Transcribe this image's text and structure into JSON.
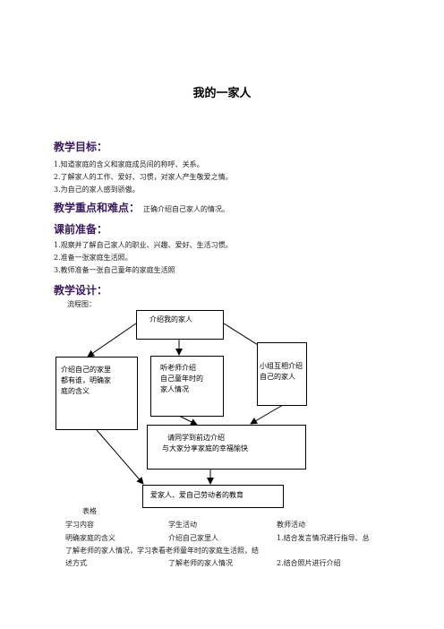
{
  "title": "我的一家人",
  "goals": {
    "heading": "教学目标：",
    "items": [
      "1.知道家庭的含义和家庭成员间的称呼、关系。",
      "2.了解家人的工作、爱好、习惯，对家人产生敬爱之情。",
      "3.为自己的家人感到骄傲。"
    ]
  },
  "keypoints": {
    "heading": "教学重点和难点：",
    "text": "正确介绍自己家人的情况。"
  },
  "prep": {
    "heading": "课前准备：",
    "items": [
      "1.观察并了解自己家人的职业、兴趣、爱好、生活习惯。",
      "2.准备一张家庭生活照。",
      "3.教师准备一张自己童年的家庭生活照"
    ]
  },
  "design": {
    "heading": "教学设计：",
    "flow_label": "流程图："
  },
  "flowchart": {
    "top": "介绍我的家人",
    "left": [
      "介绍自己的家里",
      "都有谁，明确家",
      "庭的含义"
    ],
    "middle": [
      "听老师介绍",
      "自己童年时的",
      "家人情况"
    ],
    "right": [
      "小组互相介绍",
      "自己的家人"
    ],
    "bottom_mid": [
      "请同学到前边介绍",
      "与大家分享家庭的幸福愉快"
    ],
    "bottom": "爱家人、爱自己劳动者的教育"
  },
  "table": {
    "label": "表格",
    "headers": [
      "学习内容",
      "学生活动",
      "教师活动"
    ],
    "row1": [
      "明确家庭的含义",
      "介绍自己家里人",
      "1.结合发言情况进行指导、总"
    ],
    "row2": "了解老师的家人情况，学习表看老师童年时的家庭生活照，结",
    "row3": [
      "述方式",
      "了解老师的家人情况",
      "2.结合照片进行介绍"
    ]
  }
}
